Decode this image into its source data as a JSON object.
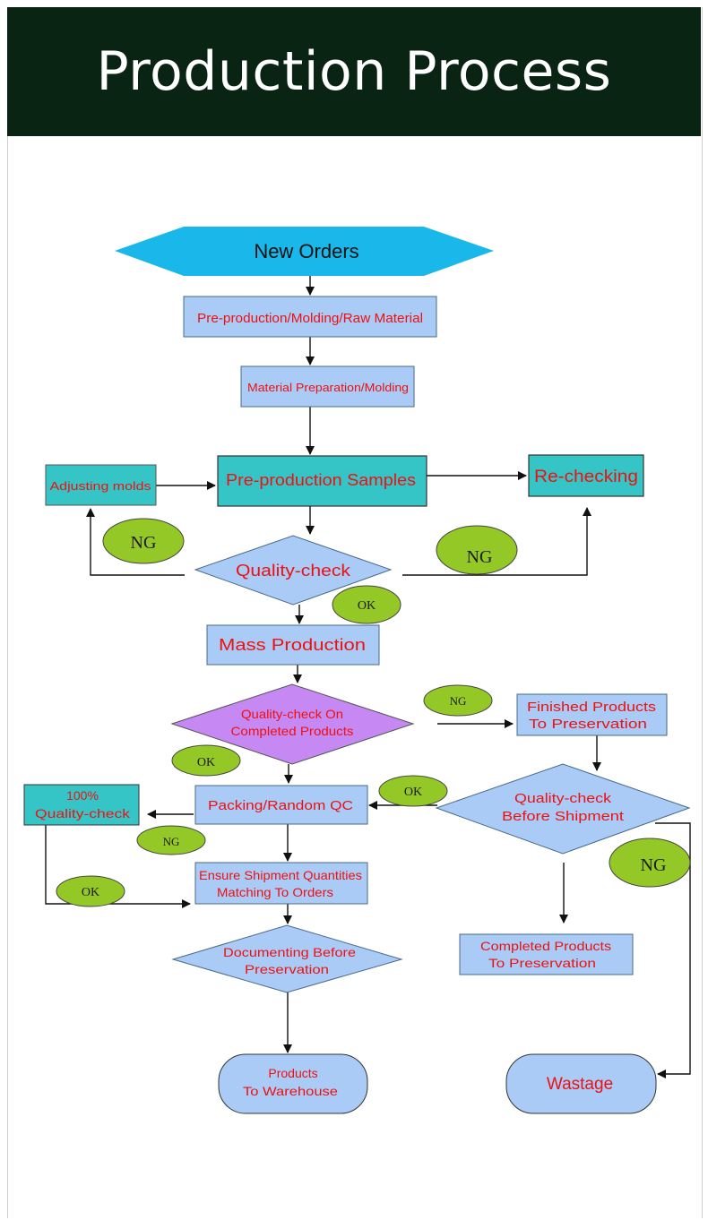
{
  "header": {
    "title": "Production Process"
  },
  "nodes": {
    "new_orders": "New Orders",
    "pre_production": "Pre-production/Molding/Raw Material",
    "material_prep": "Material Preparation/Molding",
    "adjusting_molds": "Adjusting molds",
    "pre_production_samples": "Pre-production Samples",
    "re_checking": "Re-checking",
    "quality_check": "Quality-check",
    "mass_production": "Mass Production",
    "qc_completed": [
      "Quality-check On",
      "Completed Products"
    ],
    "finished_products": [
      "Finished Products",
      "To Preservation"
    ],
    "qc_100": [
      "100%",
      "Quality-check"
    ],
    "packing_qc": "Packing/Random QC",
    "qc_before_shipment": [
      "Quality-check",
      "Before Shipment"
    ],
    "ensure_quantities": [
      "Ensure Shipment Quantities",
      "Matching To Orders"
    ],
    "documenting": [
      "Documenting Before",
      "Preservation"
    ],
    "completed_products": [
      "Completed Products",
      "To Preservation"
    ],
    "products_warehouse": [
      "Products",
      "To Warehouse"
    ],
    "wastage": "Wastage"
  },
  "labels": {
    "ng": "NG",
    "ok": "OK"
  },
  "colors": {
    "header_bg": "#0a2414",
    "hexagon": "#1ab8ea",
    "light_blue": "#a9cbf6",
    "teal": "#36c5c7",
    "purple": "#c688f2",
    "badge_green": "#94c826",
    "text_red": "#ee1111"
  }
}
